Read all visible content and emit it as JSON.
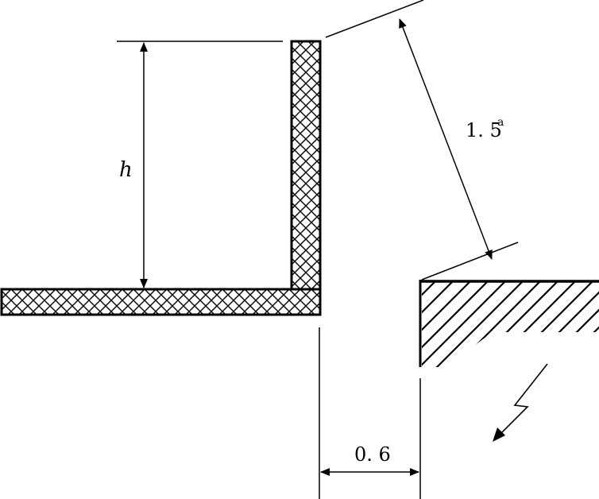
{
  "labels": {
    "height": "h",
    "slope_distance": "1. 5",
    "slope_note": "a",
    "gap_width": "0. 6"
  },
  "colors": {
    "ink": "#000000",
    "paper": "#ffffff"
  },
  "icons": {
    "hazard": "lightning-bolt-icon"
  }
}
